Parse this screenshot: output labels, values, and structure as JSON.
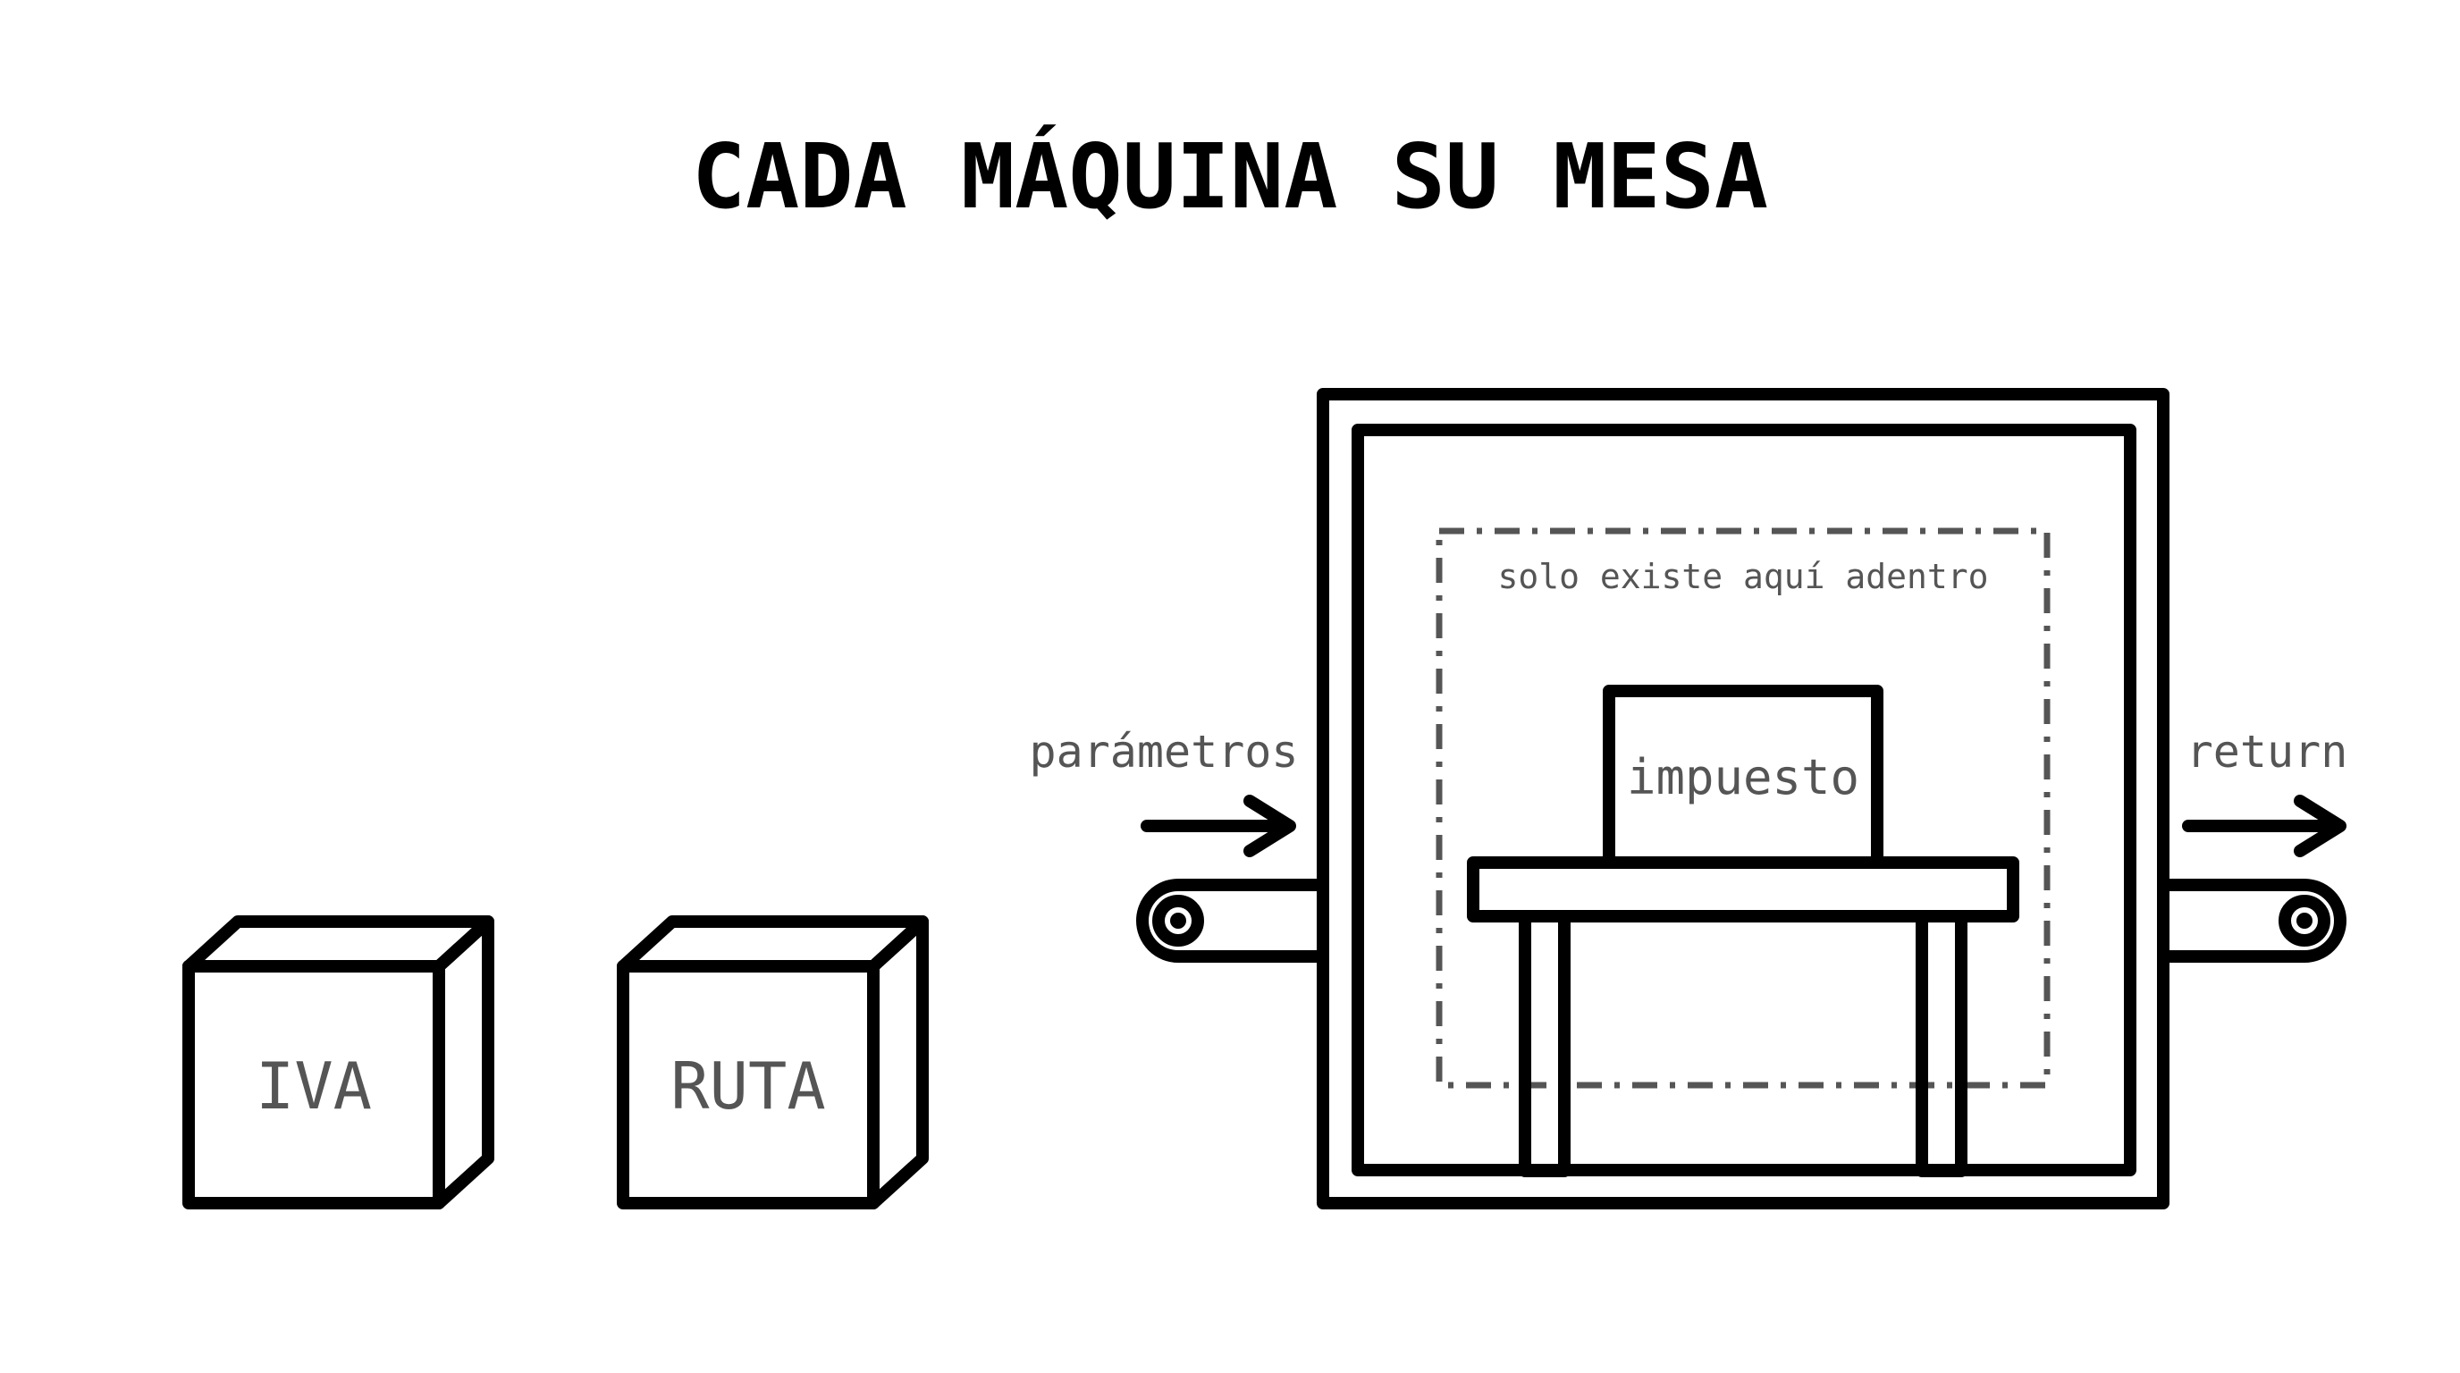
{
  "title": "CADA MÁQUINA SU MESA",
  "boxes": [
    {
      "label": "IVA"
    },
    {
      "label": "RUTA"
    }
  ],
  "machine": {
    "input_label": "parámetros",
    "output_label": "return",
    "scope_label": "solo existe aquí adentro",
    "local_variable_label": "impuesto"
  },
  "colors": {
    "stroke": "#000000",
    "label_gray": "#555555",
    "background": "#ffffff"
  }
}
